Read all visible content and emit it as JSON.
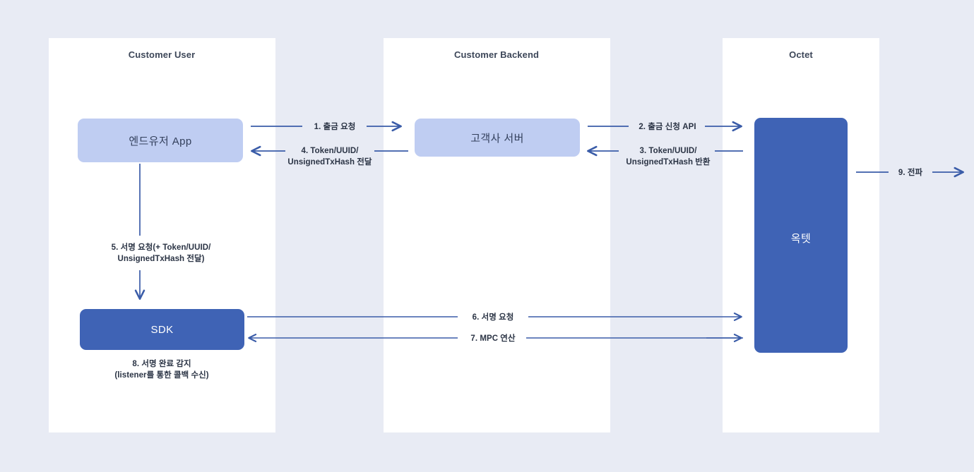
{
  "diagram": {
    "title": "Octet MPC withdrawal sequence diagram",
    "background_color": "#E8EBF4",
    "panel_color": "#FFFFFF",
    "accent_dark": "#3F63B5",
    "accent_light": "#BFCDF2",
    "line_color": "#3A5CA8",
    "text_color": "#2B3445"
  },
  "columns": [
    {
      "id": "customer-user",
      "title": "Customer\nUser"
    },
    {
      "id": "customer-backend",
      "title": "Customer\nBackend"
    },
    {
      "id": "octet",
      "title": "Octet"
    }
  ],
  "nodes": [
    {
      "id": "enduser-app",
      "label": "엔드유저  App",
      "style": "light"
    },
    {
      "id": "customer-server",
      "label": "고객사  서버",
      "style": "light"
    },
    {
      "id": "octet-box",
      "label": "옥텟",
      "style": "dark"
    },
    {
      "id": "sdk",
      "label": "SDK",
      "style": "dark"
    }
  ],
  "flows": [
    {
      "step": 1,
      "label": "1. 출금 요청",
      "from": "enduser-app",
      "to": "customer-server",
      "direction": "right"
    },
    {
      "step": 2,
      "label": "2. 출금 신청 API",
      "from": "customer-server",
      "to": "octet-box",
      "direction": "right"
    },
    {
      "step": 3,
      "label": "3. Token/UUID/\nUnsignedTxHash 반환",
      "from": "octet-box",
      "to": "customer-server",
      "direction": "left"
    },
    {
      "step": 4,
      "label": "4. Token/UUID/\nUnsignedTxHash 전달",
      "from": "customer-server",
      "to": "enduser-app",
      "direction": "left"
    },
    {
      "step": 5,
      "label": "5.  서명 요청(+ Token/UUID/\nUnsignedTxHash 전달)",
      "from": "enduser-app",
      "to": "sdk",
      "direction": "down"
    },
    {
      "step": 6,
      "label": "6. 서명 요청",
      "from": "sdk",
      "to": "octet-box",
      "direction": "right"
    },
    {
      "step": 7,
      "label": "7. MPC 연산",
      "from": "octet-box",
      "to": "sdk",
      "direction": "left"
    },
    {
      "step": 8,
      "label": "8. 서명 완료 감지\n(listener를 통한 콜백 수신)",
      "from": "sdk",
      "to": "sdk",
      "direction": "none"
    },
    {
      "step": 9,
      "label": "9. 전파",
      "from": "octet-box",
      "to": "external",
      "direction": "right"
    }
  ]
}
